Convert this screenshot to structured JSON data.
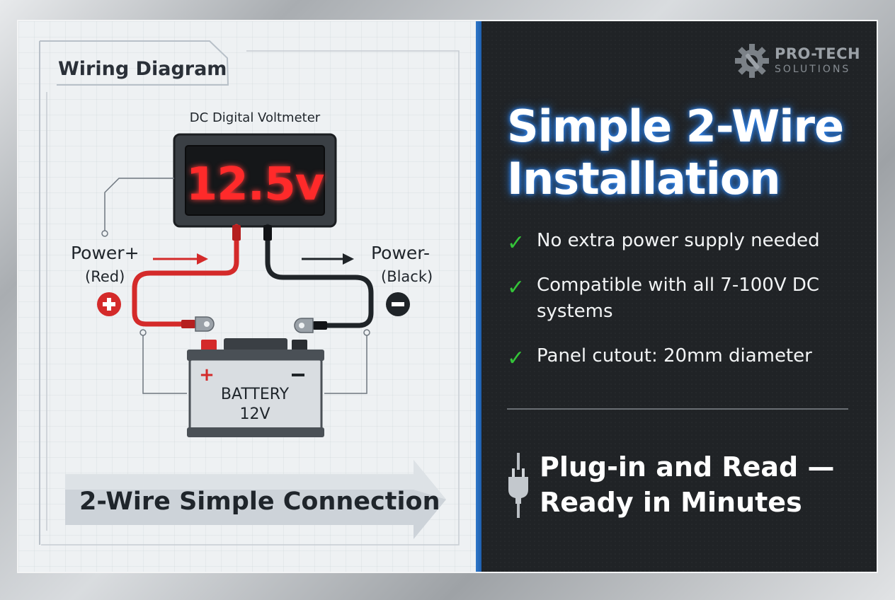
{
  "diagram": {
    "title": "Wiring Diagram",
    "meter_label": "DC Digital Voltmeter",
    "meter_reading": "12.5v",
    "power_plus_label": "Power+",
    "power_plus_color": "(Red)",
    "power_minus_label": "Power-",
    "power_minus_color": "(Black)",
    "battery_label": "BATTERY",
    "battery_voltage": "12V",
    "footer": "2-Wire Simple Connection",
    "colors": {
      "red_wire": "#d42a2a",
      "black_wire": "#1f2428",
      "display_red": "#ff2a2a"
    }
  },
  "brand": {
    "name": "PRO-TECH",
    "sub": "SOLUTIONS",
    "icon": "gear-wrench-icon"
  },
  "headline": [
    "Simple 2-Wire",
    "Installation"
  ],
  "features": [
    {
      "icon": "check-icon",
      "text": "No extra power supply needed"
    },
    {
      "icon": "check-icon",
      "text": "Compatible with all 7-100V DC systems"
    },
    {
      "icon": "check-icon",
      "text": "Panel cutout: 20mm diameter"
    }
  ],
  "tagline": [
    "Plug-in and Read —",
    "Ready in Minutes"
  ],
  "tagline_icon": "plug-icon",
  "accent_color": "#2f78c9",
  "check_color": "#34c439"
}
